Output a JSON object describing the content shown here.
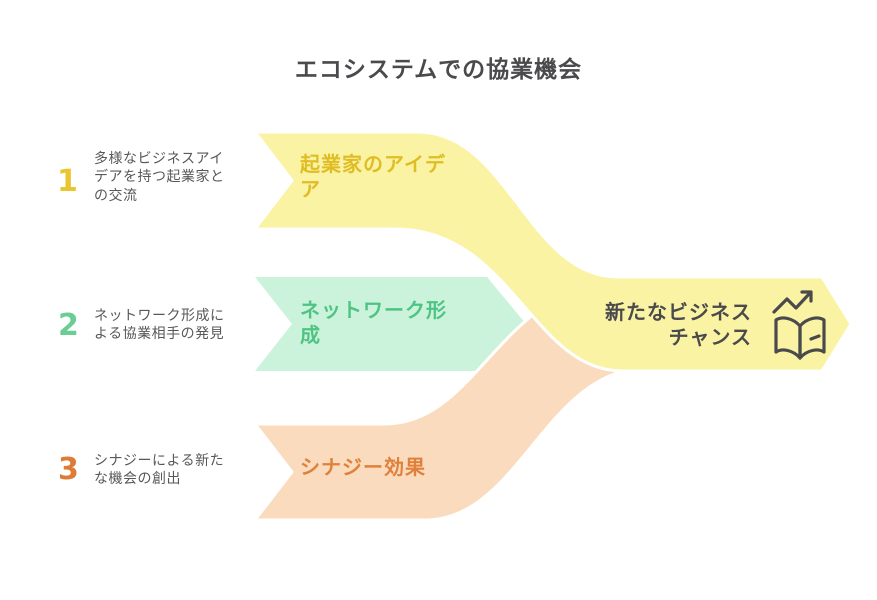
{
  "title": "エコシステムでの協業機会",
  "palette": {
    "yellow_fill": "#faf3a3",
    "green_fill": "#cbf3dc",
    "orange_fill": "#fadbbe",
    "yellow_text": "#e0bd25",
    "green_text": "#4fc482",
    "orange_text": "#e0813b",
    "dark_text": "#4a4a4d",
    "body_text": "#58585a",
    "icon_stroke": "#4a4a4d"
  },
  "steps": [
    {
      "number": "1",
      "description": "多様なビジネスアイ\nデアを持つ起業家と\nの交流",
      "label": "起業家のアイデ\nア"
    },
    {
      "number": "2",
      "description": "ネットワーク形成に\nよる協業相手の発見",
      "label": "ネットワーク形\n成"
    },
    {
      "number": "3",
      "description": "シナジーによる新た\nな機会の創出",
      "label": "シナジー効果"
    }
  ],
  "result": {
    "label": "新たなビジネス\nチャンス",
    "icon": "box-with-growth-arrow-icon"
  }
}
